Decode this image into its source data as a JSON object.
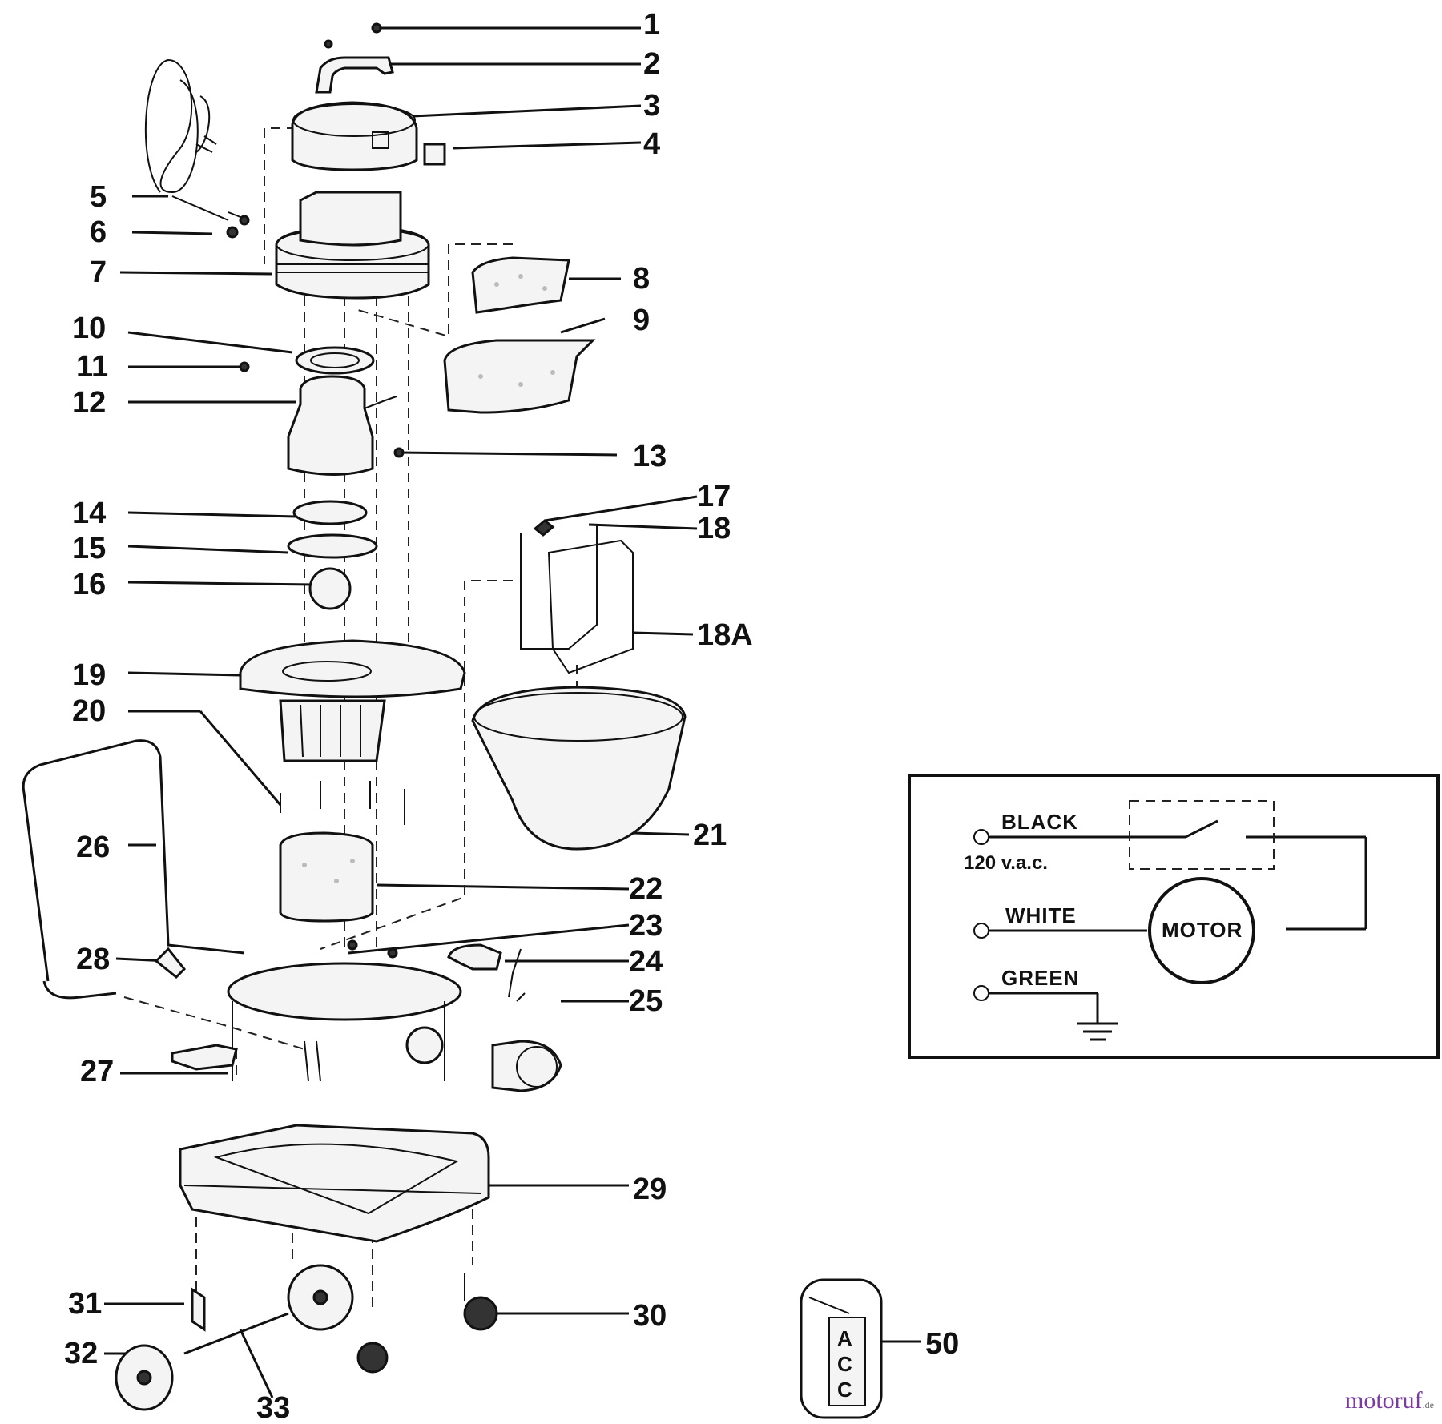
{
  "callouts": [
    "1",
    "2",
    "3",
    "4",
    "5",
    "6",
    "7",
    "8",
    "9",
    "10",
    "11",
    "12",
    "13",
    "14",
    "15",
    "16",
    "17",
    "18",
    "18A",
    "19",
    "20",
    "21",
    "22",
    "23",
    "24",
    "25",
    "26",
    "27",
    "28",
    "29",
    "30",
    "31",
    "32",
    "33",
    "50"
  ],
  "wiring": {
    "black": "BLACK",
    "voltage": "120 v.a.c.",
    "white": "WHITE",
    "green": "GREEN",
    "motor": "MOTOR"
  },
  "accessory": {
    "acc": [
      "A",
      "C",
      "C"
    ]
  },
  "watermark": {
    "name": "motoruf",
    "tld": ".de"
  }
}
